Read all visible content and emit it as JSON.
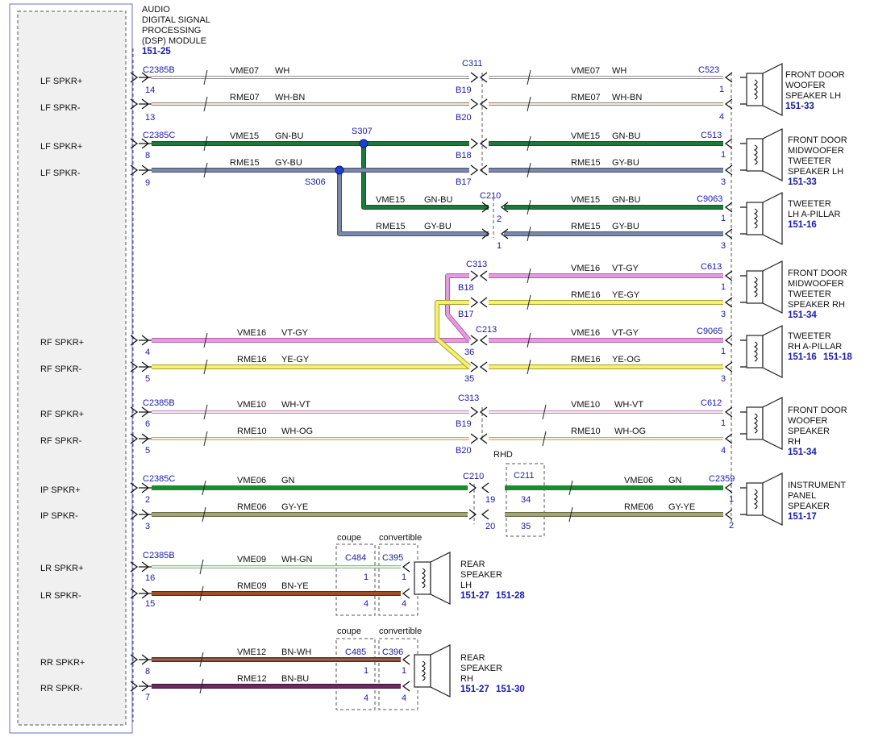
{
  "module": {
    "title_lines": [
      "AUDIO",
      "DIGITAL SIGNAL",
      "PROCESSING",
      "(DSP) MODULE"
    ],
    "ref": "151-25"
  },
  "pin_labels": [
    {
      "id": "lf1p",
      "text": "LF SPKR+"
    },
    {
      "id": "lf1m",
      "text": "LF SPKR-"
    },
    {
      "id": "lf2p",
      "text": "LF SPKR+"
    },
    {
      "id": "lf2m",
      "text": "LF SPKR-"
    },
    {
      "id": "rf1p",
      "text": "RF SPKR+"
    },
    {
      "id": "rf1m",
      "text": "RF SPKR-"
    },
    {
      "id": "rf2p",
      "text": "RF SPKR+"
    },
    {
      "id": "rf2m",
      "text": "RF SPKR-"
    },
    {
      "id": "ipp",
      "text": "IP SPKR+"
    },
    {
      "id": "ipm",
      "text": "IP SPKR-"
    },
    {
      "id": "lrp",
      "text": "LR SPKR+"
    },
    {
      "id": "lrm",
      "text": "LR SPKR-"
    },
    {
      "id": "rrp",
      "text": "RR SPKR+"
    },
    {
      "id": "rrm",
      "text": "RR SPKR-"
    }
  ],
  "connectors": [
    {
      "id": "c2385b_1",
      "text": "C2385B"
    },
    {
      "id": "c2385c_1",
      "text": "C2385C"
    },
    {
      "id": "c2385b_2",
      "text": "C2385B"
    },
    {
      "id": "c2385c_2",
      "text": "C2385C"
    },
    {
      "id": "c2385b_3",
      "text": "C2385B"
    },
    {
      "id": "c311",
      "text": "C311"
    },
    {
      "id": "c313a",
      "text": "C313"
    },
    {
      "id": "c313b",
      "text": "C313"
    },
    {
      "id": "c210a",
      "text": "C210"
    },
    {
      "id": "c213",
      "text": "C213"
    },
    {
      "id": "c210b",
      "text": "C210"
    },
    {
      "id": "c211",
      "text": "C211"
    },
    {
      "id": "c523",
      "text": "C523"
    },
    {
      "id": "c513",
      "text": "C513"
    },
    {
      "id": "c9063",
      "text": "C9063"
    },
    {
      "id": "c613",
      "text": "C613"
    },
    {
      "id": "c9065",
      "text": "C9065"
    },
    {
      "id": "c612",
      "text": "C612"
    },
    {
      "id": "c2359",
      "text": "C2359"
    },
    {
      "id": "c484",
      "text": "C484"
    },
    {
      "id": "c395",
      "text": "C395"
    },
    {
      "id": "c485",
      "text": "C485"
    },
    {
      "id": "c396",
      "text": "C396"
    },
    {
      "id": "s307",
      "text": "S307"
    },
    {
      "id": "s306",
      "text": "S306"
    }
  ],
  "pin_numbers": [
    {
      "id": "p14",
      "text": "14"
    },
    {
      "id": "p13",
      "text": "13"
    },
    {
      "id": "p8a",
      "text": "8"
    },
    {
      "id": "p9",
      "text": "9"
    },
    {
      "id": "p4a",
      "text": "4"
    },
    {
      "id": "p5a",
      "text": "5"
    },
    {
      "id": "p6",
      "text": "6"
    },
    {
      "id": "p5b",
      "text": "5"
    },
    {
      "id": "p2a",
      "text": "2"
    },
    {
      "id": "p3a",
      "text": "3"
    },
    {
      "id": "p16",
      "text": "16"
    },
    {
      "id": "p15",
      "text": "15"
    },
    {
      "id": "p8b",
      "text": "8"
    },
    {
      "id": "p7",
      "text": "7"
    },
    {
      "id": "b19a",
      "text": "B19"
    },
    {
      "id": "b20a",
      "text": "B20"
    },
    {
      "id": "b18a",
      "text": "B18"
    },
    {
      "id": "b17a",
      "text": "B17"
    },
    {
      "id": "c210p2",
      "text": "2"
    },
    {
      "id": "c210p1",
      "text": "1"
    },
    {
      "id": "b18b",
      "text": "B18"
    },
    {
      "id": "b17b",
      "text": "B17"
    },
    {
      "id": "p36",
      "text": "36"
    },
    {
      "id": "p35",
      "text": "35"
    },
    {
      "id": "b19b",
      "text": "B19"
    },
    {
      "id": "b20b",
      "text": "B20"
    },
    {
      "id": "p19",
      "text": "19"
    },
    {
      "id": "p20",
      "text": "20"
    },
    {
      "id": "p34r",
      "text": "34"
    },
    {
      "id": "p35r",
      "text": "35"
    },
    {
      "id": "s1a",
      "text": "1"
    },
    {
      "id": "s4a",
      "text": "4"
    },
    {
      "id": "s1b",
      "text": "1"
    },
    {
      "id": "s3b",
      "text": "3"
    },
    {
      "id": "s1c",
      "text": "1"
    },
    {
      "id": "s3c",
      "text": "3"
    },
    {
      "id": "s1d",
      "text": "1"
    },
    {
      "id": "s3d",
      "text": "3"
    },
    {
      "id": "s1e",
      "text": "1"
    },
    {
      "id": "s3e",
      "text": "3"
    },
    {
      "id": "s1f",
      "text": "1"
    },
    {
      "id": "s4f",
      "text": "4"
    },
    {
      "id": "s1g",
      "text": "1"
    },
    {
      "id": "s2g",
      "text": "2"
    },
    {
      "id": "k1a",
      "text": "1"
    },
    {
      "id": "k4a",
      "text": "4"
    },
    {
      "id": "v1a",
      "text": "1"
    },
    {
      "id": "v4a",
      "text": "4"
    },
    {
      "id": "k1b",
      "text": "1"
    },
    {
      "id": "k4b",
      "text": "4"
    },
    {
      "id": "v1b",
      "text": "1"
    },
    {
      "id": "v4b",
      "text": "4"
    }
  ],
  "wire_labels": [
    {
      "id": "w1a",
      "text": "VME07"
    },
    {
      "id": "w1b",
      "text": "WH"
    },
    {
      "id": "w1c",
      "text": "VME07"
    },
    {
      "id": "w1d",
      "text": "WH"
    },
    {
      "id": "w2a",
      "text": "RME07"
    },
    {
      "id": "w2b",
      "text": "WH-BN"
    },
    {
      "id": "w2c",
      "text": "RME07"
    },
    {
      "id": "w2d",
      "text": "WH-BN"
    },
    {
      "id": "w3a",
      "text": "VME15"
    },
    {
      "id": "w3b",
      "text": "GN-BU"
    },
    {
      "id": "w3c",
      "text": "VME15"
    },
    {
      "id": "w3d",
      "text": "GN-BU"
    },
    {
      "id": "w4a",
      "text": "RME15"
    },
    {
      "id": "w4b",
      "text": "GY-BU"
    },
    {
      "id": "w4c",
      "text": "RME15"
    },
    {
      "id": "w4d",
      "text": "GY-BU"
    },
    {
      "id": "w5a",
      "text": "VME15"
    },
    {
      "id": "w5b",
      "text": "GN-BU"
    },
    {
      "id": "w5c",
      "text": "VME15"
    },
    {
      "id": "w5d",
      "text": "GN-BU"
    },
    {
      "id": "w6a",
      "text": "RME15"
    },
    {
      "id": "w6b",
      "text": "GY-BU"
    },
    {
      "id": "w6c",
      "text": "RME15"
    },
    {
      "id": "w6d",
      "text": "GY-BU"
    },
    {
      "id": "w7c",
      "text": "VME16"
    },
    {
      "id": "w7d",
      "text": "VT-GY"
    },
    {
      "id": "w8c",
      "text": "RME16"
    },
    {
      "id": "w8d",
      "text": "YE-GY"
    },
    {
      "id": "w9a",
      "text": "VME16"
    },
    {
      "id": "w9b",
      "text": "VT-GY"
    },
    {
      "id": "w9c",
      "text": "VME16"
    },
    {
      "id": "w9d",
      "text": "VT-GY"
    },
    {
      "id": "w10a",
      "text": "RME16"
    },
    {
      "id": "w10b",
      "text": "YE-GY"
    },
    {
      "id": "w10c",
      "text": "RME16"
    },
    {
      "id": "w10d",
      "text": "YE-OG"
    },
    {
      "id": "w11a",
      "text": "VME10"
    },
    {
      "id": "w11b",
      "text": "WH-VT"
    },
    {
      "id": "w11c",
      "text": "VME10"
    },
    {
      "id": "w11d",
      "text": "WH-VT"
    },
    {
      "id": "w12a",
      "text": "RME10"
    },
    {
      "id": "w12b",
      "text": "WH-OG"
    },
    {
      "id": "w12c",
      "text": "RME10"
    },
    {
      "id": "w12d",
      "text": "WH-OG"
    },
    {
      "id": "w13a",
      "text": "VME06"
    },
    {
      "id": "w13b",
      "text": "GN"
    },
    {
      "id": "w13c",
      "text": "VME06"
    },
    {
      "id": "w13d",
      "text": "GN"
    },
    {
      "id": "w14a",
      "text": "RME06"
    },
    {
      "id": "w14b",
      "text": "GY-YE"
    },
    {
      "id": "w14c",
      "text": "RME06"
    },
    {
      "id": "w14d",
      "text": "GY-YE"
    },
    {
      "id": "w15a",
      "text": "VME09"
    },
    {
      "id": "w15b",
      "text": "WH-GN"
    },
    {
      "id": "w16a",
      "text": "RME09"
    },
    {
      "id": "w16b",
      "text": "BN-YE"
    },
    {
      "id": "w17a",
      "text": "VME12"
    },
    {
      "id": "w17b",
      "text": "BN-WH"
    },
    {
      "id": "w18a",
      "text": "RME12"
    },
    {
      "id": "w18b",
      "text": "BN-BU"
    }
  ],
  "notes": [
    {
      "id": "rhd",
      "text": "RHD"
    },
    {
      "id": "coupe1",
      "text": "coupe"
    },
    {
      "id": "conv1",
      "text": "convertible"
    },
    {
      "id": "coupe2",
      "text": "coupe"
    },
    {
      "id": "conv2",
      "text": "convertible"
    }
  ],
  "speakers": [
    {
      "id": "sp1",
      "lines": [
        "FRONT DOOR",
        "WOOFER",
        "SPEAKER LH"
      ],
      "refs": [
        "151-33"
      ]
    },
    {
      "id": "sp2",
      "lines": [
        "FRONT DOOR",
        "MIDWOOFER",
        "TWEETER",
        "SPEAKER LH"
      ],
      "refs": [
        "151-33"
      ]
    },
    {
      "id": "sp3",
      "lines": [
        "TWEETER",
        "LH A-PILLAR"
      ],
      "refs": [
        "151-16"
      ]
    },
    {
      "id": "sp4",
      "lines": [
        "FRONT DOOR",
        "MIDWOOFER",
        "TWEETER",
        "SPEAKER RH"
      ],
      "refs": [
        "151-34"
      ]
    },
    {
      "id": "sp5",
      "lines": [
        "TWEETER",
        "RH A-PILLAR"
      ],
      "refs": [
        "151-16",
        "151-18"
      ]
    },
    {
      "id": "sp6",
      "lines": [
        "FRONT DOOR",
        "WOOFER",
        "SPEAKER",
        "RH"
      ],
      "refs": [
        "151-34"
      ]
    },
    {
      "id": "sp7",
      "lines": [
        "INSTRUMENT",
        "PANEL",
        "SPEAKER"
      ],
      "refs": [
        "151-17"
      ]
    },
    {
      "id": "sp8",
      "lines": [
        "REAR",
        "SPEAKER",
        "LH"
      ],
      "refs": [
        "151-27",
        "151-28"
      ]
    },
    {
      "id": "sp9",
      "lines": [
        "REAR",
        "SPEAKER",
        "RH"
      ],
      "refs": [
        "151-27",
        "151-30"
      ]
    }
  ],
  "colors": {
    "WH": "#ffffff",
    "WH-BN": "#f2ead8",
    "GN-BU": "#1a7a3a",
    "GY-BU": "#7d88a8",
    "VT-GY": "#e69be0",
    "YE-GY": "#f4f070",
    "YE-OG": "#f4f070",
    "WH-VT": "#f6e6f4",
    "WH-OG": "#f8f0d8",
    "GN": "#1c8a30",
    "GY-YE": "#a2a478",
    "WH-GN": "#e6f2e2",
    "BN-YE": "#a04e24",
    "BN-WH": "#a06054",
    "BN-BU": "#6e2a60",
    "pin_text": "#1a1aa8",
    "outline": "#6b6bd0"
  }
}
